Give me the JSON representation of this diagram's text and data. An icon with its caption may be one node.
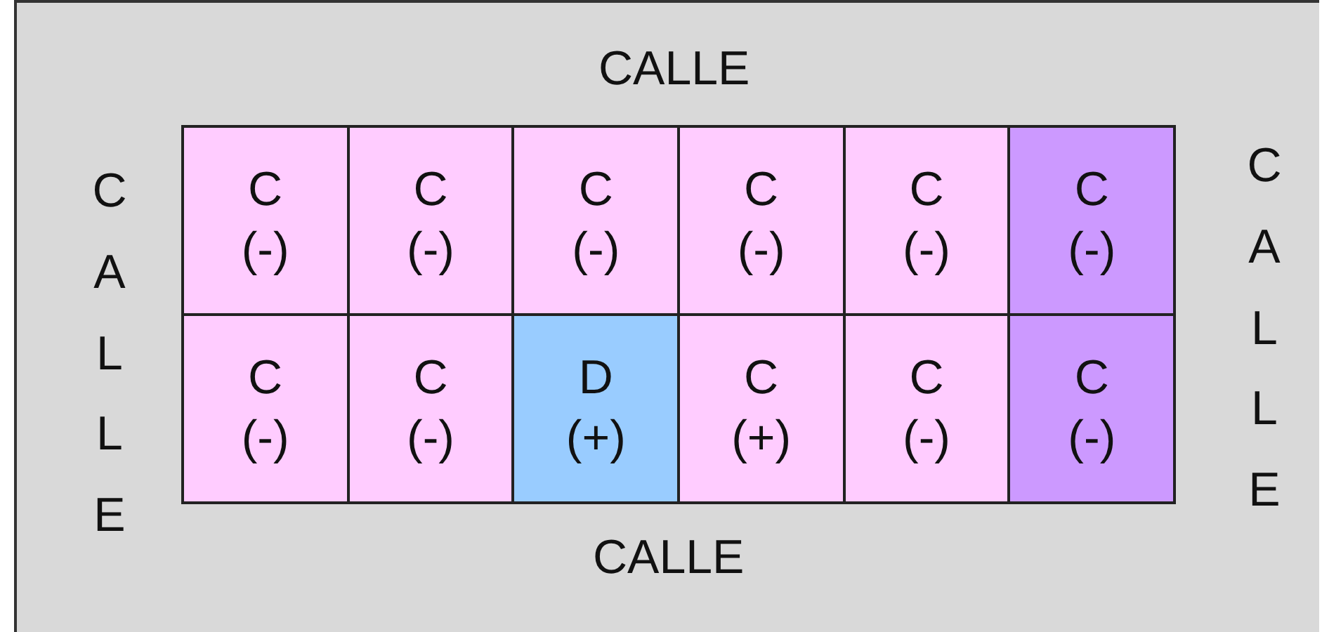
{
  "diagram": {
    "nodes": [
      {
        "text": [
          "C",
          "(-)"
        ]
      },
      {
        "text": [
          "C",
          "(-)"
        ]
      },
      {
        "text": [
          "C",
          "(-)"
        ]
      },
      {
        "text": [
          "C",
          "(-)"
        ]
      },
      {
        "text": [
          "C",
          "(-)"
        ]
      },
      {
        "text": [
          "C",
          "(-)"
        ]
      },
      {
        "text": [
          "C",
          "(-)"
        ]
      },
      {
        "text": [
          "C",
          "(-)"
        ]
      },
      {
        "text": [
          "D",
          "(+)"
        ]
      },
      {
        "text": [
          "C",
          "(+)"
        ]
      },
      {
        "text": [
          "C",
          "(-)"
        ]
      },
      {
        "text": [
          "C",
          "(-)"
        ]
      }
    ],
    "labels": [
      "CALLE",
      "CALLE",
      "CALLE",
      "CALLE"
    ]
  }
}
